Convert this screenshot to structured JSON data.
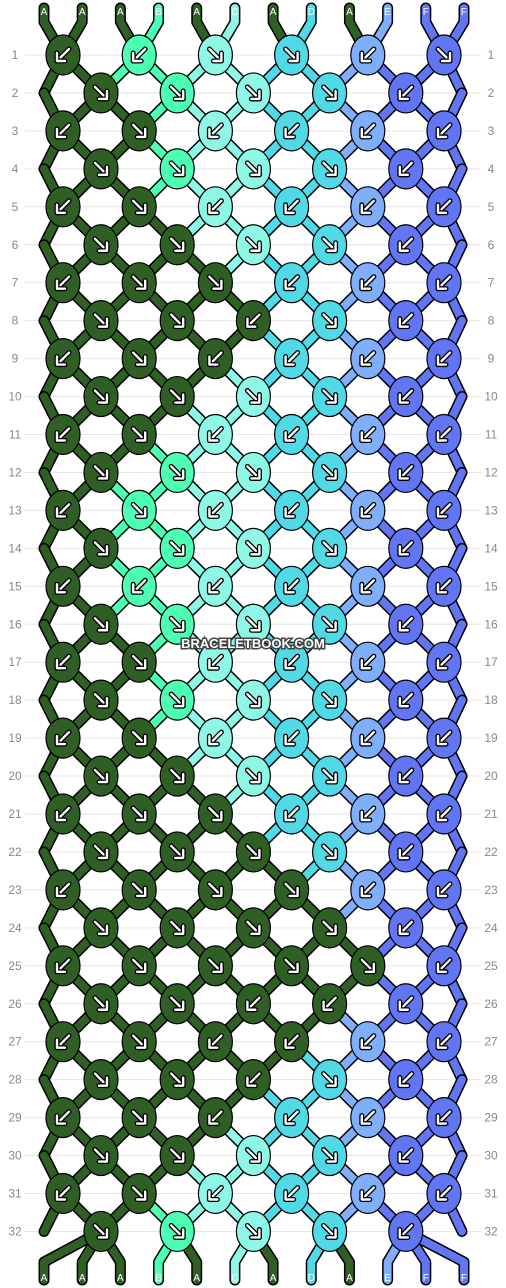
{
  "watermark": "BRACELETBOOK.COM",
  "colors": {
    "A": "#2f5f25",
    "B": "#4cffb2",
    "C": "#8ef7e6",
    "D": "#52d9e6",
    "E": "#7faefa",
    "F": "#6275f2"
  },
  "strands_top": [
    "A",
    "A",
    "A",
    "B",
    "A",
    "C",
    "A",
    "D",
    "A",
    "E",
    "F",
    "F"
  ],
  "strands_bottom": [
    "A",
    "A",
    "A",
    "B",
    "A",
    "C",
    "A",
    "D",
    "A",
    "E",
    "F",
    "F"
  ],
  "row_numbers": [
    "1",
    "2",
    "3",
    "4",
    "5",
    "6",
    "7",
    "8",
    "9",
    "10",
    "11",
    "12",
    "13",
    "14",
    "15",
    "16",
    "17",
    "18",
    "19",
    "20",
    "21",
    "22",
    "23",
    "24",
    "25",
    "26",
    "27",
    "28",
    "29",
    "30",
    "31",
    "32"
  ],
  "knot_rows": [
    {
      "row": "1",
      "knots": [
        {
          "c": "A",
          "k": "bl"
        },
        {
          "c": "B",
          "k": "bl"
        },
        {
          "c": "C",
          "k": "br"
        },
        {
          "c": "D",
          "k": "br"
        },
        {
          "c": "E",
          "k": "bl"
        },
        {
          "c": "F",
          "k": "br"
        }
      ]
    },
    {
      "row": "2",
      "knots": [
        {
          "c": "A",
          "k": "br"
        },
        {
          "c": "B",
          "k": "br"
        },
        {
          "c": "C",
          "k": "br"
        },
        {
          "c": "D",
          "k": "br"
        },
        {
          "c": "F",
          "k": "bl"
        }
      ]
    },
    {
      "row": "3",
      "knots": [
        {
          "c": "A",
          "k": "bl"
        },
        {
          "c": "A",
          "k": "br"
        },
        {
          "c": "C",
          "k": "bl"
        },
        {
          "c": "D",
          "k": "bl"
        },
        {
          "c": "E",
          "k": "bl"
        },
        {
          "c": "F",
          "k": "bl"
        }
      ]
    },
    {
      "row": "4",
      "knots": [
        {
          "c": "A",
          "k": "br"
        },
        {
          "c": "B",
          "k": "br"
        },
        {
          "c": "C",
          "k": "br"
        },
        {
          "c": "D",
          "k": "br"
        },
        {
          "c": "F",
          "k": "bl"
        }
      ]
    },
    {
      "row": "5",
      "knots": [
        {
          "c": "A",
          "k": "bl"
        },
        {
          "c": "A",
          "k": "br"
        },
        {
          "c": "C",
          "k": "bl"
        },
        {
          "c": "D",
          "k": "bl"
        },
        {
          "c": "E",
          "k": "bl"
        },
        {
          "c": "F",
          "k": "bl"
        }
      ]
    },
    {
      "row": "6",
      "knots": [
        {
          "c": "A",
          "k": "br"
        },
        {
          "c": "A",
          "k": "br"
        },
        {
          "c": "C",
          "k": "br"
        },
        {
          "c": "D",
          "k": "br"
        },
        {
          "c": "F",
          "k": "bl"
        }
      ]
    },
    {
      "row": "7",
      "knots": [
        {
          "c": "A",
          "k": "bl"
        },
        {
          "c": "A",
          "k": "br"
        },
        {
          "c": "A",
          "k": "br"
        },
        {
          "c": "D",
          "k": "bl"
        },
        {
          "c": "E",
          "k": "bl"
        },
        {
          "c": "F",
          "k": "bl"
        }
      ]
    },
    {
      "row": "8",
      "knots": [
        {
          "c": "A",
          "k": "br"
        },
        {
          "c": "A",
          "k": "br"
        },
        {
          "c": "A",
          "k": "bl"
        },
        {
          "c": "D",
          "k": "br"
        },
        {
          "c": "F",
          "k": "bl"
        }
      ]
    },
    {
      "row": "9",
      "knots": [
        {
          "c": "A",
          "k": "bl"
        },
        {
          "c": "A",
          "k": "br"
        },
        {
          "c": "A",
          "k": "bl"
        },
        {
          "c": "D",
          "k": "bl"
        },
        {
          "c": "E",
          "k": "bl"
        },
        {
          "c": "F",
          "k": "bl"
        }
      ]
    },
    {
      "row": "10",
      "knots": [
        {
          "c": "A",
          "k": "br"
        },
        {
          "c": "A",
          "k": "br"
        },
        {
          "c": "C",
          "k": "br"
        },
        {
          "c": "D",
          "k": "br"
        },
        {
          "c": "F",
          "k": "bl"
        }
      ]
    },
    {
      "row": "11",
      "knots": [
        {
          "c": "A",
          "k": "bl"
        },
        {
          "c": "A",
          "k": "br"
        },
        {
          "c": "C",
          "k": "bl"
        },
        {
          "c": "D",
          "k": "bl"
        },
        {
          "c": "E",
          "k": "bl"
        },
        {
          "c": "F",
          "k": "bl"
        }
      ]
    },
    {
      "row": "12",
      "knots": [
        {
          "c": "A",
          "k": "br"
        },
        {
          "c": "B",
          "k": "br"
        },
        {
          "c": "C",
          "k": "br"
        },
        {
          "c": "D",
          "k": "br"
        },
        {
          "c": "F",
          "k": "bl"
        }
      ]
    },
    {
      "row": "13",
      "knots": [
        {
          "c": "A",
          "k": "bl"
        },
        {
          "c": "B",
          "k": "br"
        },
        {
          "c": "C",
          "k": "bl"
        },
        {
          "c": "D",
          "k": "bl"
        },
        {
          "c": "E",
          "k": "bl"
        },
        {
          "c": "F",
          "k": "bl"
        }
      ]
    },
    {
      "row": "14",
      "knots": [
        {
          "c": "A",
          "k": "br"
        },
        {
          "c": "B",
          "k": "br"
        },
        {
          "c": "C",
          "k": "br"
        },
        {
          "c": "D",
          "k": "br"
        },
        {
          "c": "F",
          "k": "bl"
        }
      ]
    },
    {
      "row": "15",
      "knots": [
        {
          "c": "A",
          "k": "bl"
        },
        {
          "c": "B",
          "k": "bl"
        },
        {
          "c": "C",
          "k": "bl"
        },
        {
          "c": "D",
          "k": "bl"
        },
        {
          "c": "E",
          "k": "bl"
        },
        {
          "c": "F",
          "k": "bl"
        }
      ]
    },
    {
      "row": "16",
      "knots": [
        {
          "c": "A",
          "k": "br"
        },
        {
          "c": "B",
          "k": "br"
        },
        {
          "c": "C",
          "k": "br"
        },
        {
          "c": "D",
          "k": "br"
        },
        {
          "c": "F",
          "k": "bl"
        }
      ]
    },
    {
      "row": "17",
      "knots": [
        {
          "c": "A",
          "k": "bl"
        },
        {
          "c": "A",
          "k": "br"
        },
        {
          "c": "C",
          "k": "bl"
        },
        {
          "c": "D",
          "k": "bl"
        },
        {
          "c": "E",
          "k": "bl"
        },
        {
          "c": "F",
          "k": "bl"
        }
      ]
    },
    {
      "row": "18",
      "knots": [
        {
          "c": "A",
          "k": "br"
        },
        {
          "c": "B",
          "k": "br"
        },
        {
          "c": "C",
          "k": "br"
        },
        {
          "c": "D",
          "k": "br"
        },
        {
          "c": "F",
          "k": "bl"
        }
      ]
    },
    {
      "row": "19",
      "knots": [
        {
          "c": "A",
          "k": "bl"
        },
        {
          "c": "A",
          "k": "br"
        },
        {
          "c": "C",
          "k": "bl"
        },
        {
          "c": "D",
          "k": "bl"
        },
        {
          "c": "E",
          "k": "bl"
        },
        {
          "c": "F",
          "k": "bl"
        }
      ]
    },
    {
      "row": "20",
      "knots": [
        {
          "c": "A",
          "k": "br"
        },
        {
          "c": "A",
          "k": "br"
        },
        {
          "c": "C",
          "k": "br"
        },
        {
          "c": "D",
          "k": "br"
        },
        {
          "c": "F",
          "k": "bl"
        }
      ]
    },
    {
      "row": "21",
      "knots": [
        {
          "c": "A",
          "k": "bl"
        },
        {
          "c": "A",
          "k": "br"
        },
        {
          "c": "A",
          "k": "br"
        },
        {
          "c": "D",
          "k": "bl"
        },
        {
          "c": "E",
          "k": "bl"
        },
        {
          "c": "F",
          "k": "bl"
        }
      ]
    },
    {
      "row": "22",
      "knots": [
        {
          "c": "A",
          "k": "br"
        },
        {
          "c": "A",
          "k": "br"
        },
        {
          "c": "A",
          "k": "br"
        },
        {
          "c": "D",
          "k": "br"
        },
        {
          "c": "F",
          "k": "bl"
        }
      ]
    },
    {
      "row": "23",
      "knots": [
        {
          "c": "A",
          "k": "bl"
        },
        {
          "c": "A",
          "k": "br"
        },
        {
          "c": "A",
          "k": "br"
        },
        {
          "c": "A",
          "k": "br"
        },
        {
          "c": "E",
          "k": "bl"
        },
        {
          "c": "F",
          "k": "bl"
        }
      ]
    },
    {
      "row": "24",
      "knots": [
        {
          "c": "A",
          "k": "br"
        },
        {
          "c": "A",
          "k": "br"
        },
        {
          "c": "A",
          "k": "br"
        },
        {
          "c": "A",
          "k": "br"
        },
        {
          "c": "F",
          "k": "bl"
        }
      ]
    },
    {
      "row": "25",
      "knots": [
        {
          "c": "A",
          "k": "bl"
        },
        {
          "c": "A",
          "k": "br"
        },
        {
          "c": "A",
          "k": "br"
        },
        {
          "c": "A",
          "k": "br"
        },
        {
          "c": "A",
          "k": "br"
        },
        {
          "c": "F",
          "k": "bl"
        }
      ]
    },
    {
      "row": "26",
      "knots": [
        {
          "c": "A",
          "k": "br"
        },
        {
          "c": "A",
          "k": "br"
        },
        {
          "c": "A",
          "k": "bl"
        },
        {
          "c": "A",
          "k": "bl"
        },
        {
          "c": "F",
          "k": "bl"
        }
      ]
    },
    {
      "row": "27",
      "knots": [
        {
          "c": "A",
          "k": "bl"
        },
        {
          "c": "A",
          "k": "br"
        },
        {
          "c": "A",
          "k": "bl"
        },
        {
          "c": "A",
          "k": "bl"
        },
        {
          "c": "E",
          "k": "bl"
        },
        {
          "c": "F",
          "k": "bl"
        }
      ]
    },
    {
      "row": "28",
      "knots": [
        {
          "c": "A",
          "k": "br"
        },
        {
          "c": "A",
          "k": "br"
        },
        {
          "c": "A",
          "k": "bl"
        },
        {
          "c": "D",
          "k": "br"
        },
        {
          "c": "F",
          "k": "bl"
        }
      ]
    },
    {
      "row": "29",
      "knots": [
        {
          "c": "A",
          "k": "bl"
        },
        {
          "c": "A",
          "k": "br"
        },
        {
          "c": "A",
          "k": "bl"
        },
        {
          "c": "D",
          "k": "bl"
        },
        {
          "c": "E",
          "k": "bl"
        },
        {
          "c": "F",
          "k": "bl"
        }
      ]
    },
    {
      "row": "30",
      "knots": [
        {
          "c": "A",
          "k": "br"
        },
        {
          "c": "A",
          "k": "br"
        },
        {
          "c": "C",
          "k": "br"
        },
        {
          "c": "D",
          "k": "br"
        },
        {
          "c": "F",
          "k": "bl"
        }
      ]
    },
    {
      "row": "31",
      "knots": [
        {
          "c": "A",
          "k": "bl"
        },
        {
          "c": "A",
          "k": "br"
        },
        {
          "c": "C",
          "k": "bl"
        },
        {
          "c": "D",
          "k": "bl"
        },
        {
          "c": "E",
          "k": "bl"
        },
        {
          "c": "F",
          "k": "bl"
        }
      ]
    },
    {
      "row": "32",
      "knots": [
        {
          "c": "A",
          "k": "br"
        },
        {
          "c": "B",
          "k": "br"
        },
        {
          "c": "C",
          "k": "br"
        },
        {
          "c": "D",
          "k": "br"
        },
        {
          "c": "F",
          "k": "bl"
        }
      ]
    }
  ]
}
